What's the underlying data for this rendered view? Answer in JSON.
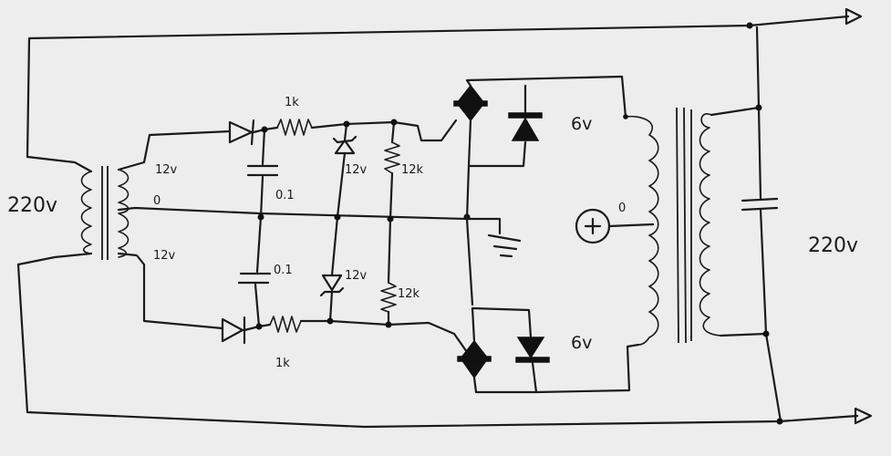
{
  "labels": {
    "primary_voltage": "220v",
    "secondary_upper": "12v",
    "center_tap": "0",
    "secondary_lower": "12v",
    "resistor_top": "1k",
    "resistor_bottom": "1k",
    "cap_top": "0.1",
    "cap_bottom": "0.1",
    "zener_top": "12v",
    "zener_bottom": "12v",
    "pulldown_top": "12k",
    "pulldown_bottom": "12k",
    "winding_upper": "6v",
    "winding_lower": "6v",
    "battery_tap": "0",
    "output_voltage": "220v"
  },
  "colors": {
    "ink": "#1a1a1a",
    "paper": "#ededed"
  }
}
